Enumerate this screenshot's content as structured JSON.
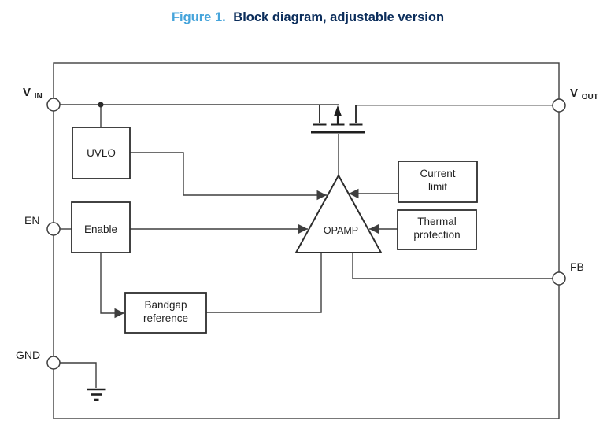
{
  "figure": {
    "title_prefix": "Figure 1.",
    "title_text": "Block diagram, adjustable version"
  },
  "colors": {
    "title_prefix": "#45A4DB",
    "title_text": "#0B2D5B",
    "line": "#3E3E3E",
    "vout_rail": "#9B9B9B"
  },
  "pins": {
    "vin": {
      "name": "V",
      "sub": "IN"
    },
    "vout": {
      "name": "V",
      "sub": "OUT"
    },
    "en": {
      "name": "EN"
    },
    "gnd": {
      "name": "GND"
    },
    "fb": {
      "name": "FB"
    }
  },
  "blocks": {
    "uvlo": {
      "label": "UVLO"
    },
    "enable": {
      "label": "Enable"
    },
    "bandgap": {
      "line1": "Bandgap",
      "line2": "reference"
    },
    "current_limit": {
      "line1": "Current",
      "line2": "limit"
    },
    "thermal_protection": {
      "line1": "Thermal",
      "line2": "protection"
    },
    "opamp": {
      "label": "OPAMP"
    }
  }
}
